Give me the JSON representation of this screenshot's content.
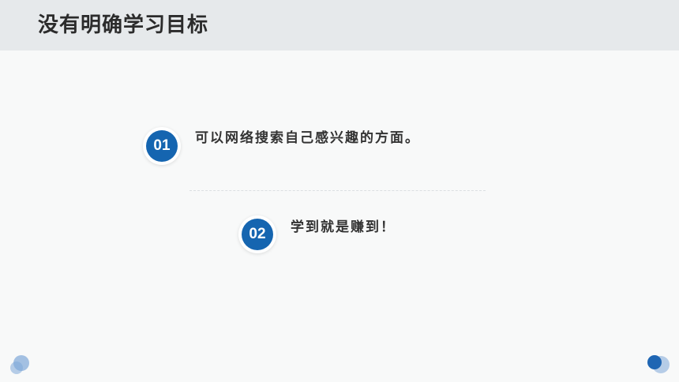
{
  "header": {
    "title": "没有明确学习目标"
  },
  "items": [
    {
      "number": "01",
      "text": "可以网络搜索自己感兴趣的方面。"
    },
    {
      "number": "02",
      "text": "学到就是赚到！"
    }
  ],
  "colors": {
    "accent": "#1565b0",
    "header_bg": "#e6e9eb",
    "page_bg": "#f8f9f9"
  }
}
